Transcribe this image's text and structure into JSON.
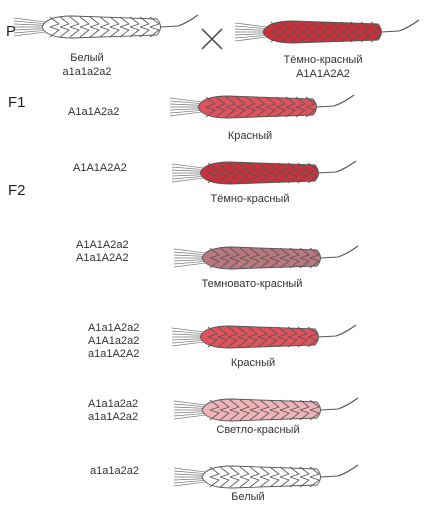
{
  "generations": {
    "p": "P",
    "f1": "F1",
    "f2": "F2"
  },
  "colors": {
    "white": "#ffffff",
    "dark_red": "#c8323c",
    "red": "#e0525c",
    "darkish_red": "#b9787e",
    "light_red": "#f0b4b8",
    "outline": "#555555"
  },
  "parents": {
    "left": {
      "phenotype": "Белый",
      "genotype": "a1a1a2a2",
      "color": "white"
    },
    "cross_icon": "cross-icon",
    "right": {
      "phenotype": "Тёмно-красный",
      "genotype": "A1A1A2A2",
      "color": "dark_red"
    }
  },
  "f1": {
    "genotype": "A1a1A2a2",
    "phenotype": "Красный",
    "color": "red"
  },
  "f2": [
    {
      "genotypes": "A1A1A2A2",
      "phenotype": "Тёмно-красный",
      "color": "dark_red"
    },
    {
      "genotypes": "A1A1A2a2\nA1a1A2A2",
      "phenotype": "Темновато-красный",
      "color": "darkish_red"
    },
    {
      "genotypes": "A1a1A2a2\nA1A1a2a2\na1a1A2A2",
      "phenotype": "Красный",
      "color": "red"
    },
    {
      "genotypes": "A1a1a2a2\na1a1A2a2",
      "phenotype": "Светло-красный",
      "color": "light_red"
    },
    {
      "genotypes": "a1a1a2a2",
      "phenotype": "Белый",
      "color": "white"
    }
  ]
}
